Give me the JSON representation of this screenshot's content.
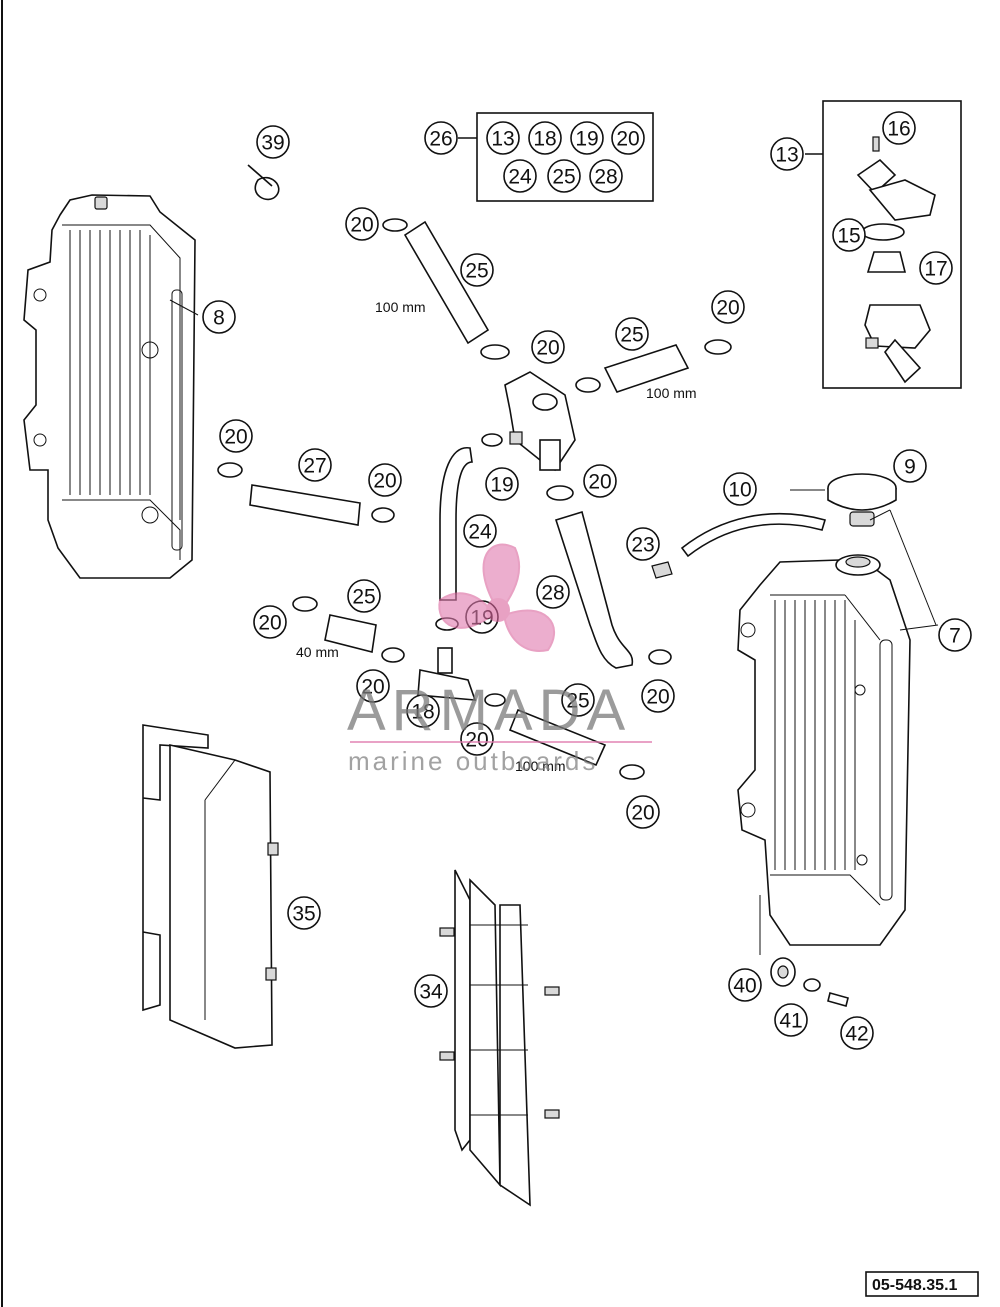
{
  "diagram": {
    "reference_code": "05-548.35.1",
    "dimension_labels": {
      "hose_upper": "100 mm",
      "hose_right": "100 mm",
      "hose_left": "40 mm",
      "hose_lower": "100 mm"
    },
    "kit_group": {
      "label": "26",
      "items": [
        "13",
        "18",
        "19",
        "20",
        "24",
        "25",
        "28"
      ]
    },
    "thermostat_group": {
      "label": "13",
      "items": [
        "16",
        "15",
        "17"
      ]
    },
    "callouts": [
      "39",
      "8",
      "20",
      "25",
      "27",
      "24",
      "28",
      "19",
      "18",
      "10",
      "9",
      "7",
      "23",
      "35",
      "34",
      "40",
      "41",
      "42"
    ]
  },
  "watermark": {
    "brand": "ARMADA",
    "tagline": "marine outboards",
    "colors": {
      "logo": "#d9649c",
      "text": "#7a7a7a"
    }
  }
}
